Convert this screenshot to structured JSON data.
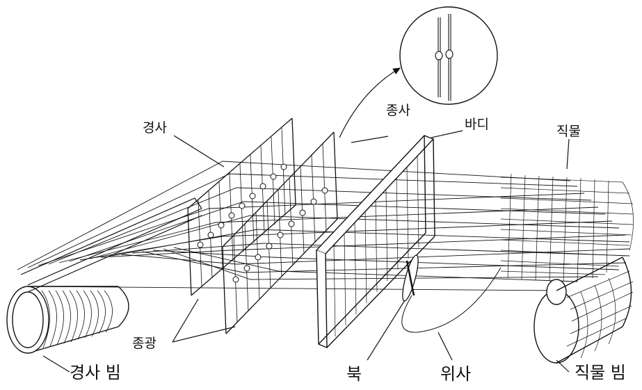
{
  "labels": {
    "warp": "경사",
    "heddle_wire": "종사",
    "reed": "바디",
    "cloth": "직물",
    "heddle_frame": "종광",
    "warp_beam": "경사 빔",
    "shuttle": "북",
    "weft": "위사",
    "cloth_beam": "직물 빔"
  },
  "colors": {
    "line": "#111111",
    "background": "#ffffff"
  }
}
